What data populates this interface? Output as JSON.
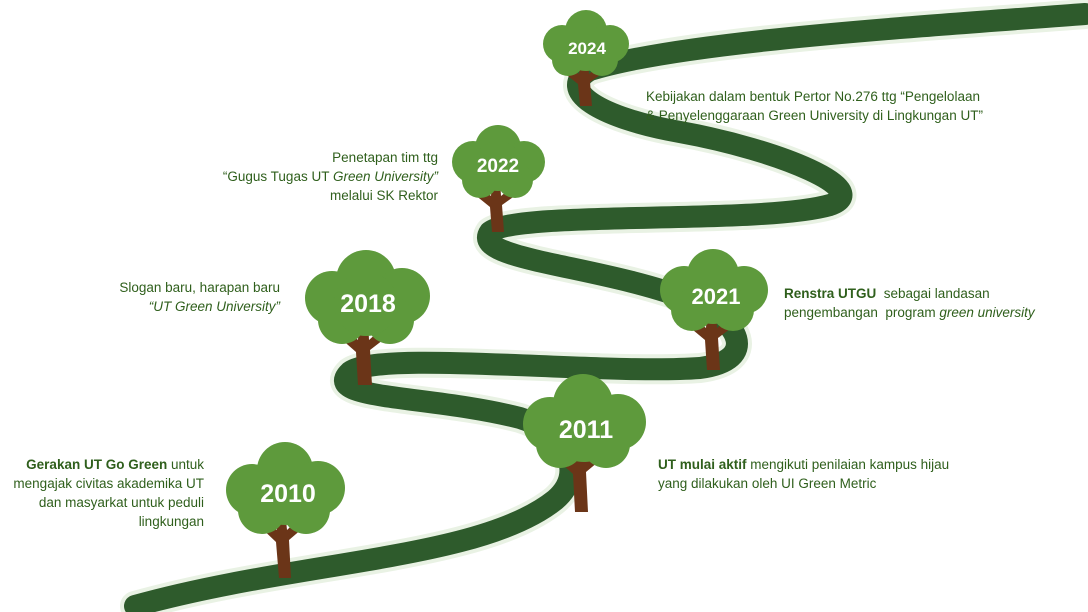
{
  "colors": {
    "road": "#2e5b2c",
    "road_edge": "#e9f2e4",
    "tree_foliage": "#5e9a3c",
    "tree_trunk": "#6b3518",
    "text": "#2f5f1c"
  },
  "milestones": [
    {
      "year": "2010",
      "desc": {
        "bold": "Gerakan UT Go Green",
        "rest": " untuk mengajak civitas akademika UT dan masyarkat untuk peduli lingkungan"
      }
    },
    {
      "year": "2011",
      "desc": {
        "bold": "UT mulai aktif",
        "rest": " mengikuti penilaian kampus hijau yang dilakukan oleh UI Green Metric"
      }
    },
    {
      "year": "2018",
      "desc": {
        "line1": "Slogan baru, harapan baru",
        "line2": "“UT Green University”"
      }
    },
    {
      "year": "2021",
      "desc": {
        "bold": "Renstra UTGU",
        "rest1": "  sebagai landasan",
        "rest2_pre": "pengembangan  program ",
        "rest2_ital": "green university"
      }
    },
    {
      "year": "2022",
      "desc": {
        "line1": "Penetapan tim ttg",
        "line2_pre": "“Gugus Tugas UT ",
        "line2_ital": "Green University”",
        "line3": "melalui SK Rektor"
      }
    },
    {
      "year": "2024",
      "desc": {
        "line1": "Kebijakan dalam bentuk Pertor No.276 ttg “Pengelolaan",
        "line2": "& Penyelenggaraan Green University di Lingkungan UT”"
      }
    }
  ]
}
